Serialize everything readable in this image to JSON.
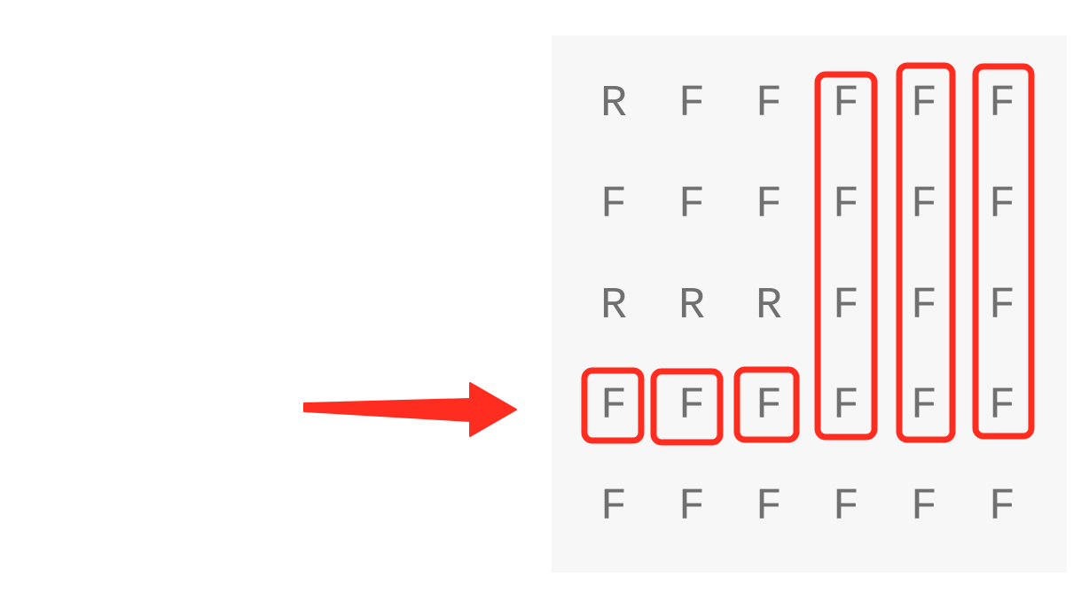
{
  "grid": {
    "rows": [
      [
        "R",
        "F",
        "F",
        "F",
        "F",
        "F"
      ],
      [
        "F",
        "F",
        "F",
        "F",
        "F",
        "F"
      ],
      [
        "R",
        "R",
        "R",
        "F",
        "F",
        "F"
      ],
      [
        "F",
        "F",
        "F",
        "F",
        "F",
        "F"
      ],
      [
        "F",
        "F",
        "F",
        "F",
        "F",
        "F"
      ]
    ]
  },
  "highlights": {
    "color": "#ff2d20",
    "boxed_cells_row4": [
      1,
      2,
      3
    ],
    "boxed_columns_rows1to4": [
      4,
      5,
      6
    ]
  },
  "arrow": {
    "color": "#ff2d20",
    "direction": "right",
    "points_to": "row 4"
  }
}
